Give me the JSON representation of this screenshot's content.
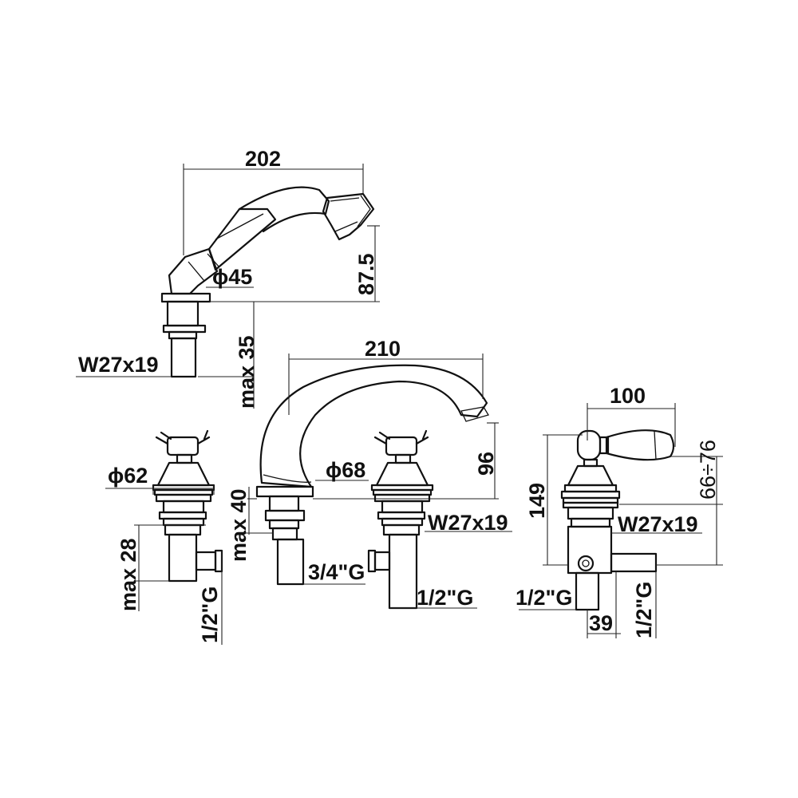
{
  "dimensions": {
    "shower_width": "202",
    "shower_height": "87.5",
    "shower_diameter": "ϕ45",
    "shower_max": "max 35",
    "shower_thread": "W27x19",
    "spout_width": "210",
    "spout_height": "96",
    "spout_diameter": "ϕ68",
    "spout_max": "max 40",
    "spout_thread": "3/4\"G",
    "left_valve_diameter": "ϕ62",
    "left_valve_max": "max 28",
    "left_valve_thread": "1/2\"G",
    "center_valve_thread": "W27x19",
    "center_valve_outlet": "1/2\"G",
    "diverter_width": "100",
    "diverter_range": "66÷76",
    "diverter_height": "149",
    "diverter_thread": "W27x19",
    "diverter_inlet": "1/2\"G",
    "diverter_offset": "39",
    "diverter_outlet": "1/2\"G"
  }
}
